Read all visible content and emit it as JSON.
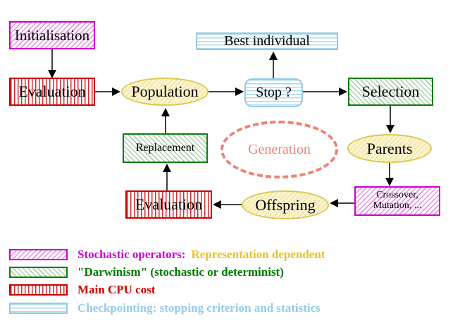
{
  "nodes": {
    "initialisation": {
      "label": "Initialisation"
    },
    "evaluation_top": {
      "label": "Evaluation"
    },
    "population": {
      "label": "Population"
    },
    "best_individual": {
      "label": "Best individual"
    },
    "stop": {
      "label": "Stop ?"
    },
    "selection": {
      "label": "Selection"
    },
    "parents": {
      "label": "Parents"
    },
    "replacement": {
      "label": "Replacement"
    },
    "generation": {
      "label": "Generation"
    },
    "evaluation_bottom": {
      "label": "Evaluation"
    },
    "offspring": {
      "label": "Offspring"
    },
    "crossover_mutation": {
      "line1": "Crossover,",
      "line2": "Mutation, ..."
    }
  },
  "legend": {
    "rows": [
      {
        "swatch_icon": "magenta-diagonal-hatch-swatch",
        "label": "Stochastic operators:",
        "label_secondary": "Representation dependent"
      },
      {
        "swatch_icon": "green-diagonal-hatch-swatch",
        "label": "\"Darwinism\" (stochastic or determinist)",
        "label_secondary": ""
      },
      {
        "swatch_icon": "red-vertical-stripe-swatch",
        "label": "Main CPU cost",
        "label_secondary": ""
      },
      {
        "swatch_icon": "cyan-horizontal-stripe-swatch",
        "label": "Checkpointing: stopping criterion and statistics",
        "label_secondary": ""
      }
    ]
  },
  "colors": {
    "magenta": "#cc00cc",
    "red": "#cc0000",
    "green": "#0f7d0f",
    "gold_border": "#dcc850",
    "ellipse_fill": "#fbf5cf",
    "cyan_border": "#93cbe4",
    "coral_dashed": "#ee8277",
    "legend_yellow_text": "#e3c22b",
    "arrow": "#000000"
  }
}
